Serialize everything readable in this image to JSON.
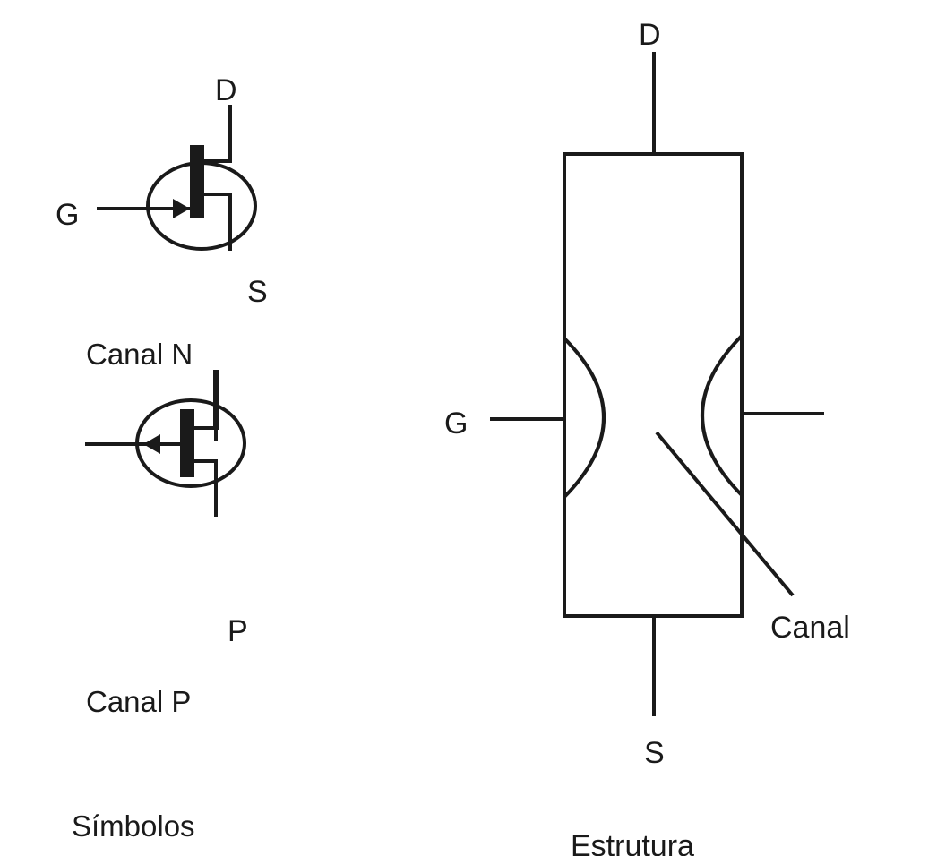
{
  "symbols": {
    "n_channel": {
      "drain": "D",
      "gate": "G",
      "source": "S",
      "caption": "Canal N"
    },
    "p_channel": {
      "pin": "P",
      "caption": "Canal P"
    },
    "section_title": "Símbolos"
  },
  "structure": {
    "drain": "D",
    "gate": "G",
    "source": "S",
    "channel_label": "Canal",
    "section_title": "Estrutura"
  }
}
